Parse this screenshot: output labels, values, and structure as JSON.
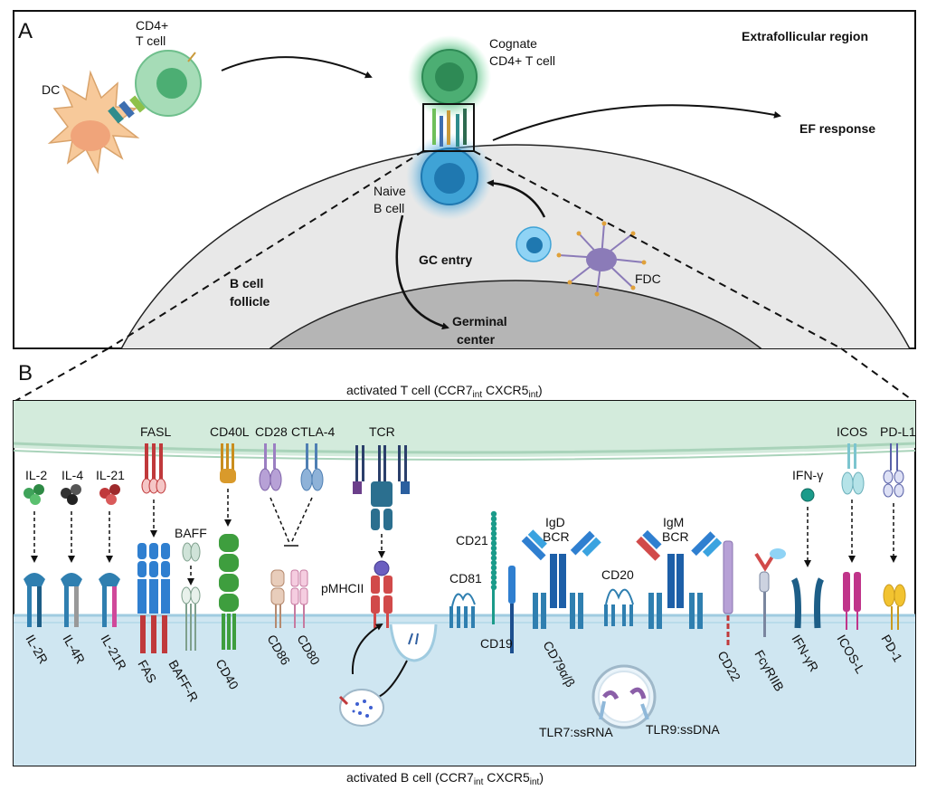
{
  "panel_a": {
    "letter": "A",
    "cd4_t_cell": [
      "CD4+",
      "T cell"
    ],
    "dc": "DC",
    "cognate": [
      "Cognate",
      "CD4+ T cell"
    ],
    "extrafollicular": "Extrafollicular region",
    "ef_response": "EF response",
    "naive_b": [
      "Naive",
      "B cell"
    ],
    "gc_entry": "GC entry",
    "fdc": "FDC",
    "follicle": [
      "B cell",
      "follicle"
    ],
    "germinal_center": [
      "Germinal",
      "center"
    ]
  },
  "panel_b": {
    "letter": "B",
    "top_caption": {
      "main": "activated T cell (CCR7",
      "sub1": "int",
      "mid": " CXCR5",
      "sub2": "int",
      "end": ")"
    },
    "bottom_caption": {
      "main": "activated B cell (CCR7",
      "sub1": "int",
      "mid": " CXCR5",
      "sub2": "int",
      "end": ")"
    },
    "cytokines": [
      "IL-2",
      "IL-4",
      "IL-21"
    ],
    "cytokine_receptors": [
      "IL-2R",
      "IL-4R",
      "IL-21R"
    ],
    "fasl": "FASL",
    "fas": "FAS",
    "baff": "BAFF",
    "baff_r": "BAFF-R",
    "cd40l": "CD40L",
    "cd40": "CD40",
    "cd28": "CD28",
    "ctla4": "CTLA-4",
    "cd86": "CD86",
    "cd80": "CD80",
    "tcr": "TCR",
    "pmhcii": "pMHCII",
    "cd21": "CD21",
    "cd81": "CD81",
    "cd19": "CD19",
    "igd_bcr": [
      "IgD",
      "BCR"
    ],
    "cd79": "CD79α/β",
    "cd20": "CD20",
    "igm_bcr": [
      "IgM",
      "BCR"
    ],
    "cd22": "CD22",
    "fcgr": "FcγRIIB",
    "tlr7": "TLR7:ssRNA",
    "tlr9": "TLR9:ssDNA",
    "ifng": "IFN-γ",
    "ifngr": "IFN-γR",
    "icos": "ICOS",
    "icosl": "ICOS-L",
    "pdl1": "PD-L1",
    "pd1": "PD-1"
  },
  "colors": {
    "t_cell_green": "#7ccf9a",
    "b_cell_blue": "#3fa3d6",
    "dc_orange": "#f7c99a",
    "fdc_purple": "#8b7bb8",
    "follicle_grey": "#e6e6e6",
    "gc_grey": "#b3b3b3",
    "t_membrane": "#cfe8d9",
    "b_membrane": "#cfe6f1"
  }
}
